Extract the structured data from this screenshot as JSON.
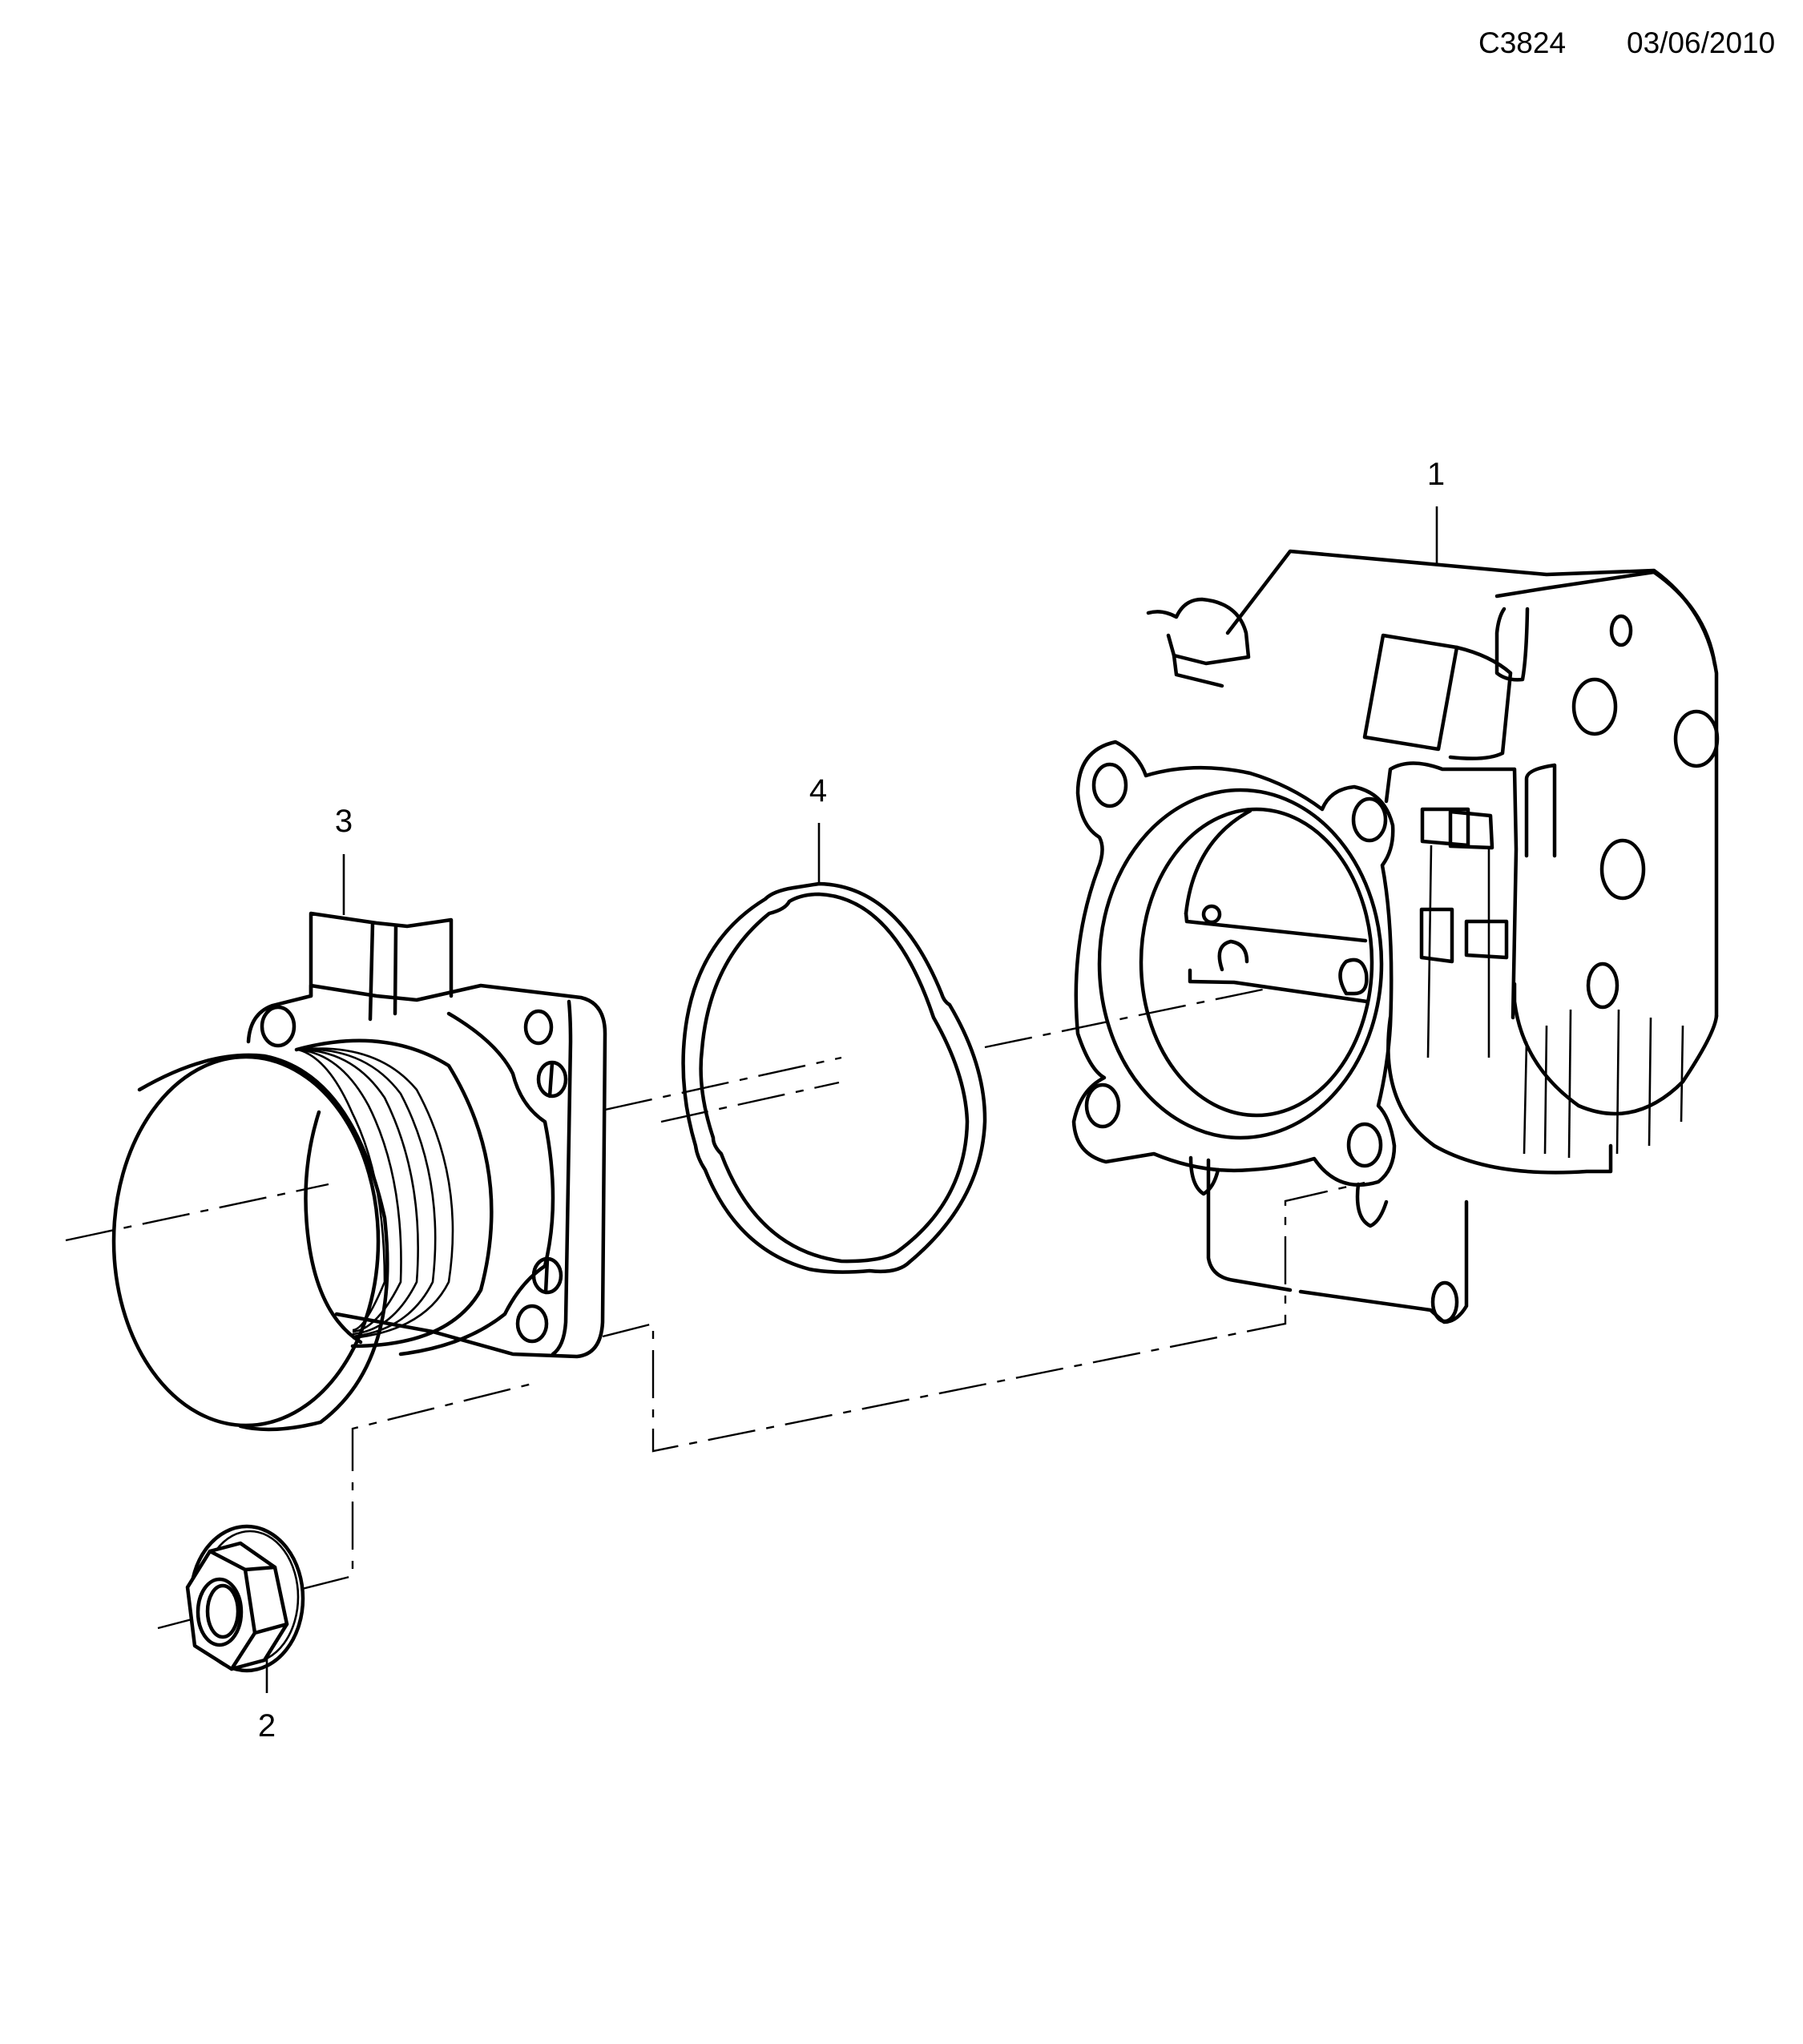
{
  "header": {
    "drawing_code": "C3824",
    "date": "03/06/2010"
  },
  "callouts": [
    {
      "number": "1",
      "part": "throttle-body"
    },
    {
      "number": "2",
      "part": "flange-nut"
    },
    {
      "number": "3",
      "part": "intake-adapter-flange"
    },
    {
      "number": "4",
      "part": "gasket-ring"
    }
  ],
  "colors": {
    "line": "#000000",
    "background": "#ffffff"
  }
}
